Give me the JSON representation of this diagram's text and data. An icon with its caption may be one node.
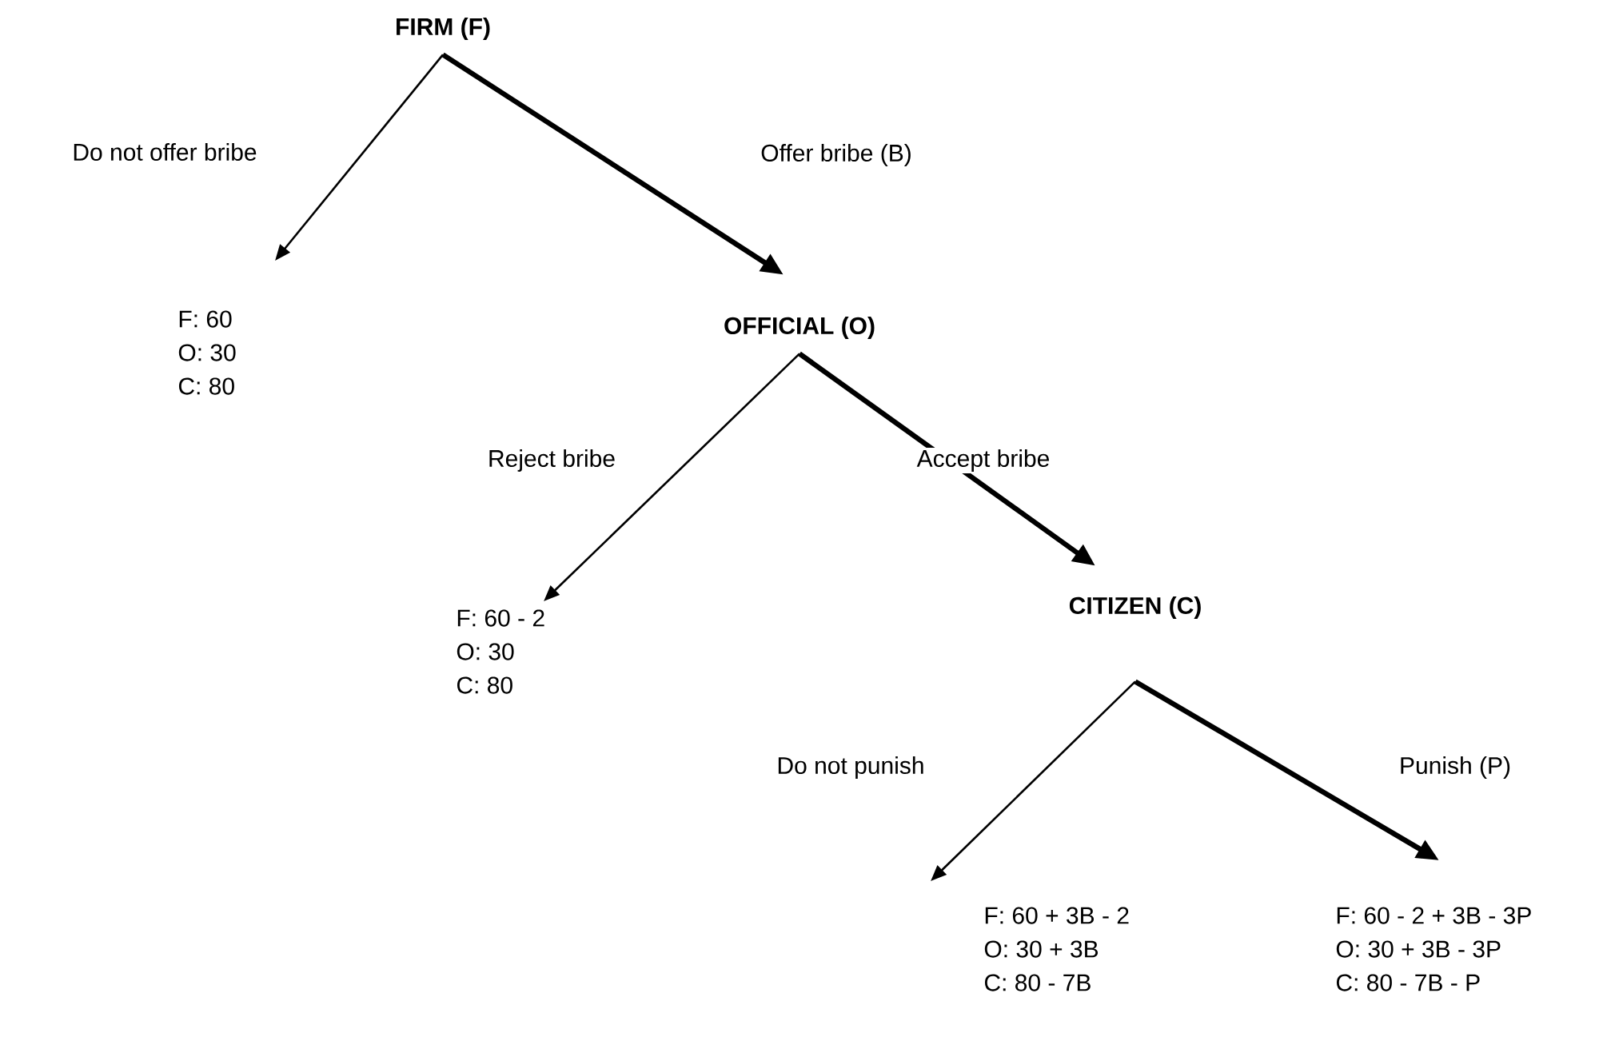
{
  "diagram": {
    "nodes": [
      {
        "text": [
          "FIRM (F)"
        ]
      },
      {
        "text": [
          "F: 60",
          "O: 30",
          "C: 80"
        ]
      },
      {
        "text": [
          "OFFICIAL (O)"
        ]
      },
      {
        "text": [
          "F: 60 - 2",
          "O: 30",
          "C: 80"
        ]
      },
      {
        "text": [
          "CITIZEN (C)"
        ]
      },
      {
        "text": [
          "F: 60 + 3B - 2",
          "O: 30 + 3B",
          "C: 80 - 7B"
        ]
      },
      {
        "text": [
          "F: 60 - 2 + 3B - 3P",
          "O: 30 + 3B - 3P",
          "C: 80 - 7B - P"
        ]
      }
    ],
    "edges": [
      {
        "from": 0,
        "to": 1,
        "arrow": "to",
        "label": "Do not offer bribe"
      },
      {
        "from": 0,
        "to": 2,
        "arrow": "to",
        "label": "Offer bribe (B)",
        "style": "thick"
      },
      {
        "from": 2,
        "to": 3,
        "arrow": "to",
        "label": "Reject bribe"
      },
      {
        "from": 2,
        "to": 4,
        "arrow": "to",
        "label": "Accept bribe",
        "style": "thick"
      },
      {
        "from": 4,
        "to": 5,
        "arrow": "to",
        "label": "Do not punish"
      },
      {
        "from": 4,
        "to": 6,
        "arrow": "to",
        "label": "Punish (P)",
        "style": "thick"
      }
    ]
  }
}
